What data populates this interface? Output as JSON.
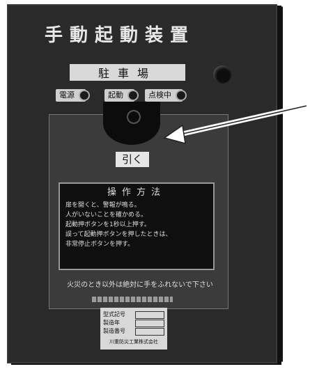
{
  "device": {
    "title": "手動起動装置",
    "location": "駐車場",
    "indicators": [
      "電源",
      "起動",
      "点検中"
    ],
    "pull_label": "引く",
    "instructions": {
      "heading": "操作方法",
      "steps": [
        "扉を開くと、警報が鳴る。",
        "人がいないことを確かめる。",
        "起動押ボタンを1秒以上押す。",
        "誤って起動押ボタンを押したときは、",
        "非常停止ボタンを押す。"
      ]
    },
    "warning": "火災のとき以外は絶対に手をふれないで下さい",
    "nameplate": {
      "rows": [
        "型式記号",
        "製造年",
        "製造番号"
      ],
      "maker": "川重防災工業株式会社"
    }
  }
}
